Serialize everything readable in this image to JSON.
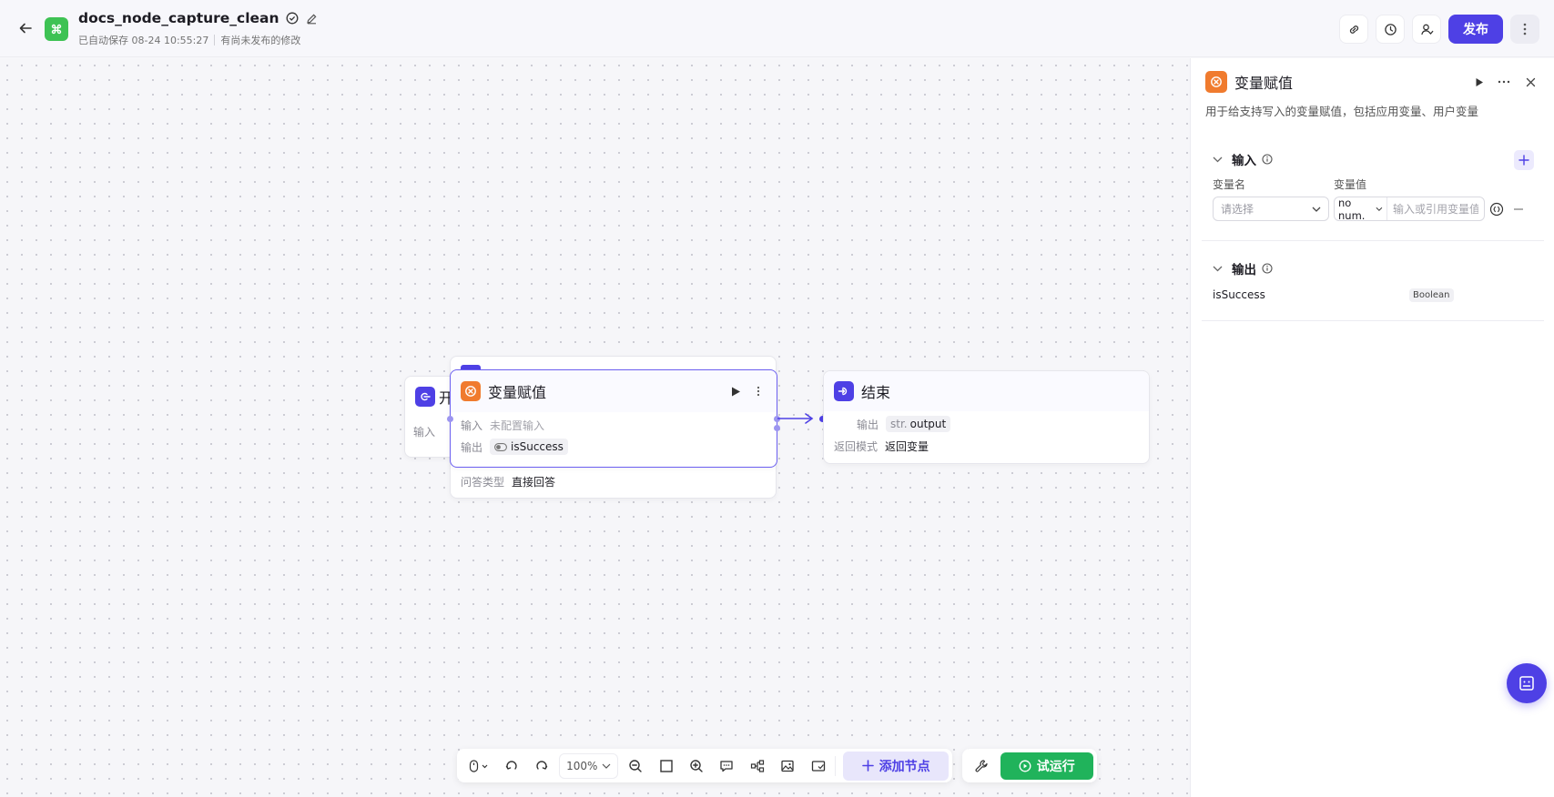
{
  "header": {
    "title": "docs_node_capture_clean",
    "saved_text": "已自动保存 08-24 10:55:27",
    "unpublished_text": "有尚未发布的修改",
    "publish_label": "发布"
  },
  "canvas": {
    "start_node": {
      "title_partial": "开",
      "input_label": "输入"
    },
    "hidden_node": {
      "qa_label": "问答类型",
      "qa_value": "直接回答"
    },
    "assign_node": {
      "title": "变量赋值",
      "input_label": "输入",
      "input_value": "未配置输入",
      "output_label": "输出",
      "output_value": "isSuccess"
    },
    "end_node": {
      "title": "结束",
      "output_label": "输出",
      "output_type": "str.",
      "output_value": "output",
      "return_label": "返回模式",
      "return_value": "返回变量"
    }
  },
  "toolbar": {
    "zoom": "100%",
    "add_node_label": "添加节点",
    "run_label": "试运行"
  },
  "panel": {
    "title": "变量赋值",
    "description": "用于给支持写入的变量赋值，包括应用变量、用户变量",
    "input_section": "输入",
    "col_name": "变量名",
    "col_value": "变量值",
    "name_placeholder": "请选择",
    "value_type": "no num.",
    "value_placeholder": "输入或引用变量值",
    "output_section": "输出",
    "output_name": "isSuccess",
    "output_type": "Boolean"
  },
  "colors": {
    "primary": "#4e40e5",
    "app_green": "#3ec254",
    "node_orange": "#f07b2e",
    "run_green": "#20b35b"
  }
}
